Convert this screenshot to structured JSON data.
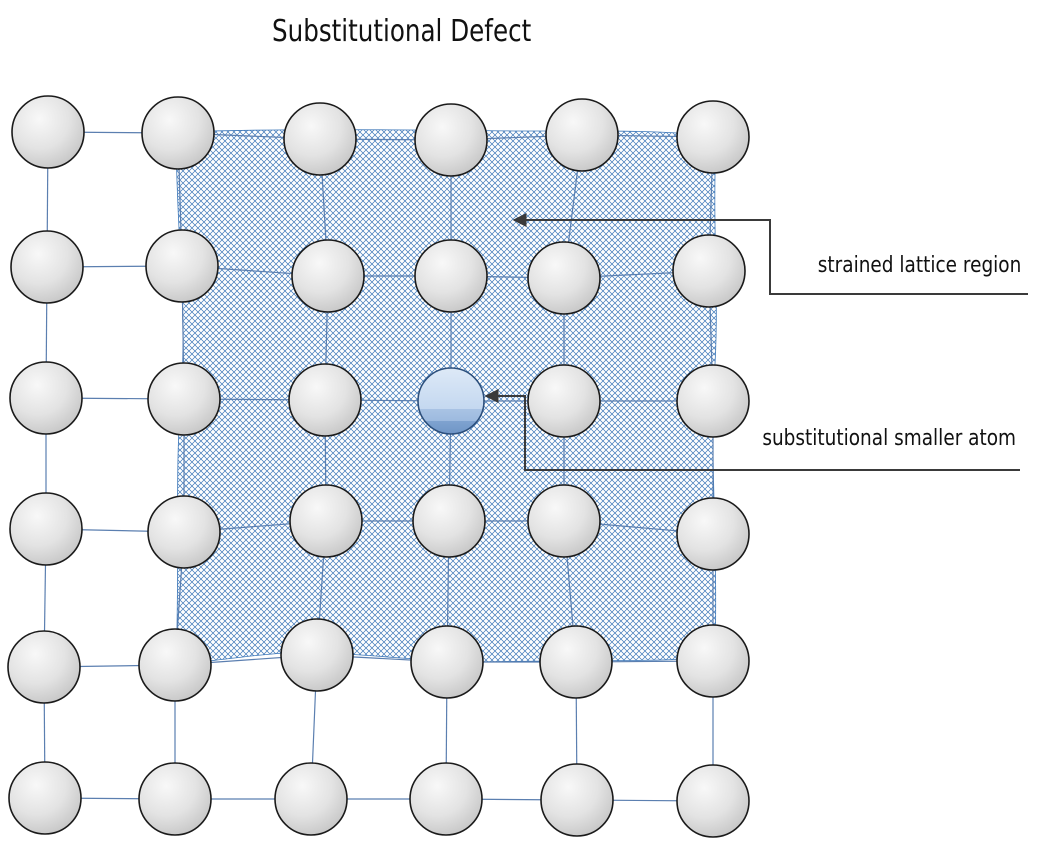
{
  "diagram": {
    "title": "Substitutional Defect",
    "callouts": {
      "strained_region": "strained lattice region",
      "substitutional_atom": "substitutional smaller atom"
    },
    "colors": {
      "atom_fill_light": "#f6f6f6",
      "atom_fill_dark": "#c4c4c4",
      "atom_stroke": "#1a1a1a",
      "bond": "#5b7fb0",
      "hatch": "#3d77b8",
      "defect_fill_top": "#dde9f7",
      "defect_fill_mid": "#bfd4ee",
      "defect_fill_bottom": "#8fb1d9",
      "defect_stroke": "#2c4f7c",
      "callout_line": "#3a3a3a"
    }
  }
}
